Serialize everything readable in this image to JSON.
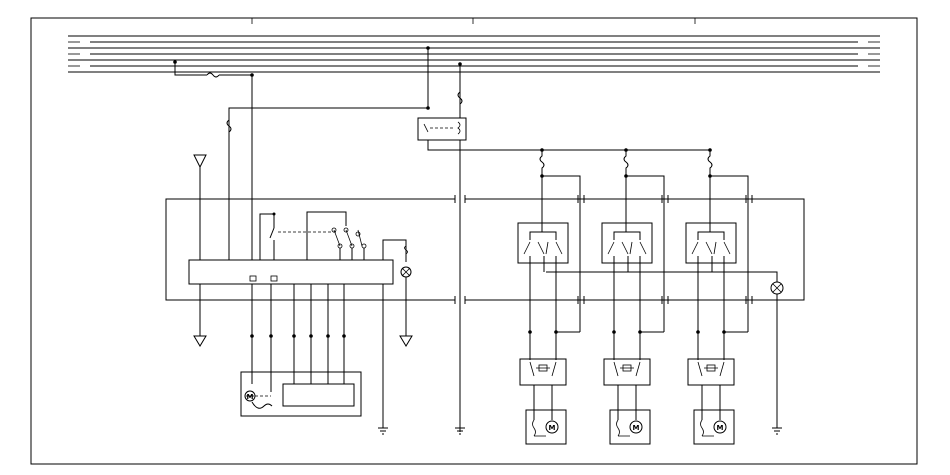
{
  "diagram": {
    "motor_symbol": "M",
    "motor_count": 4,
    "channel_count": 3,
    "icons": [
      "ground-symbol",
      "antenna-symbol",
      "fuse-symbol",
      "relay-symbol",
      "connector-symbol",
      "motor-symbol",
      "switch-symbol",
      "lamp-symbol"
    ]
  }
}
